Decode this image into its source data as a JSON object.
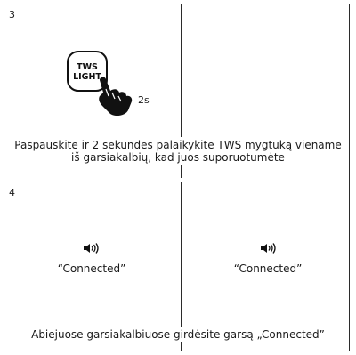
{
  "steps": [
    {
      "number": "3",
      "button_label_line1": "TWS",
      "button_label_line2": "LIGHT",
      "hold_time": "2s",
      "caption_line1": "Paspauskite ir 2 sekundes palaikykite TWS mygtuką viename",
      "caption_line2": "iš garsiakalbių, kad juos suporuotumėte"
    },
    {
      "number": "4",
      "left_status": "“Connected”",
      "right_status": "“Connected”",
      "sound_icon": "speaker-sound-icon",
      "caption": "Abiejuose garsiakalbiuose girdėsite garsą „Connected”"
    }
  ],
  "colors": {
    "line": "#2b2b2b",
    "text": "#1a1a1a",
    "background": "#ffffff"
  }
}
